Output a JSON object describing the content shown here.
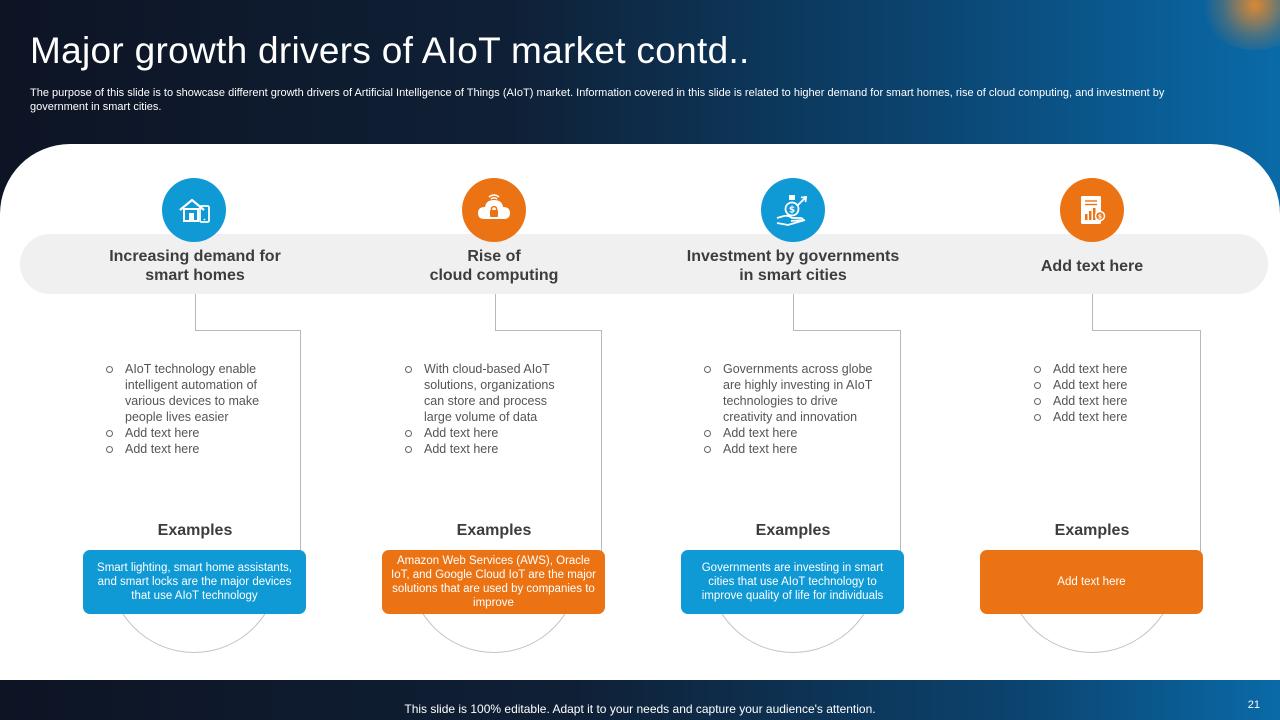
{
  "slide": {
    "title": "Major growth drivers of AIoT market contd..",
    "subtitle": "The purpose of this slide is to showcase different growth drivers of Artificial Intelligence of Things (AIoT) market. Information covered in this slide is related to higher demand for smart homes, rise of cloud computing, and investment by government in smart cities.",
    "footer": "This slide is 100% editable. Adapt it to your needs and capture your audience's attention.",
    "page_number": "21"
  },
  "colors": {
    "blue": "#0f9ad6",
    "orange": "#ec7313"
  },
  "drivers": [
    {
      "heading_line1": "Increasing demand for",
      "heading_line2": "smart homes",
      "icon": "smart-home-icon",
      "accent": "blue",
      "bullets": [
        "AIoT technology enable intelligent automation of various devices to make people lives easier",
        "Add text here",
        "Add text here"
      ],
      "examples_label": "Examples",
      "example_text": "Smart lighting, smart home assistants, and smart locks are the major devices that use AIoT technology"
    },
    {
      "heading_line1": "Rise of",
      "heading_line2": "cloud computing",
      "icon": "cloud-security-icon",
      "accent": "orange",
      "bullets": [
        "With cloud-based AIoT solutions, organizations can store and process large volume of data",
        "Add text here",
        "Add text here"
      ],
      "examples_label": "Examples",
      "example_text": "Amazon Web Services (AWS), Oracle IoT, and Google Cloud IoT are the major solutions that are used by companies to improve"
    },
    {
      "heading_line1": "Investment by governments",
      "heading_line2": "in smart cities",
      "icon": "investment-hand-icon",
      "accent": "blue",
      "bullets": [
        "Governments across globe are highly investing in AIoT technologies to drive creativity and innovation",
        "Add text here",
        "Add text here"
      ],
      "examples_label": "Examples",
      "example_text": "Governments are investing in smart cities that use AIoT technology to improve quality of life for individuals"
    },
    {
      "heading_line1": "Add text here",
      "heading_line2": "",
      "icon": "report-document-icon",
      "accent": "orange",
      "bullets": [
        "Add text here",
        "Add text here",
        "Add text here",
        "Add text here"
      ],
      "examples_label": "Examples",
      "example_text": "Add text here"
    }
  ]
}
